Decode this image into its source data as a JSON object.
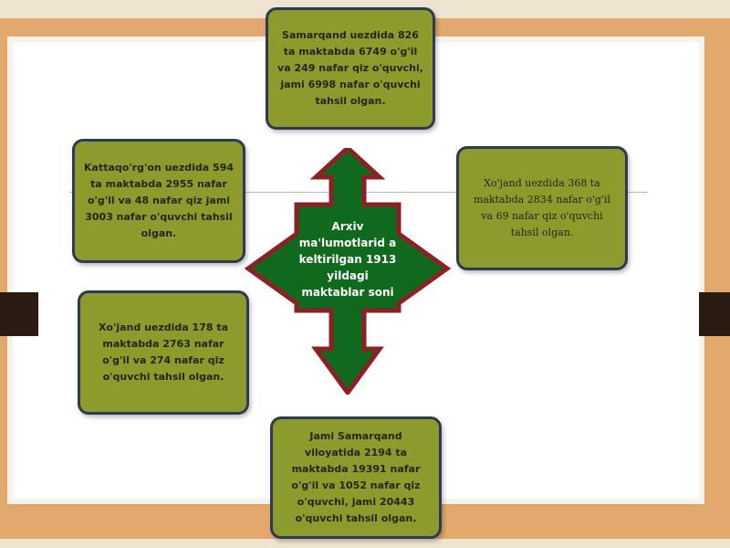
{
  "center": {
    "text": "Arxiv ma'lumotlarid a keltirilgan 1913 yildagi maktablar soni"
  },
  "boxes": {
    "top": "Samarqand uezdida 826 ta maktabda 6749 o'g'il va 249 nafar qiz o'quvchi, jami 6998 nafar o'quvchi tahsil olgan.",
    "top_left": "Kattaqo'rg'on uezdida 594 ta maktabda 2955 nafar o'g'il va 48 nafar qiz jami 3003 nafar o'quvchi tahsil olgan.",
    "right": "Xo'jand uezdida 368 ta maktabda 2834 nafar o'g'il va 69 nafar qiz o'quvchi tahsil olgan.",
    "middle_left": "Xo'jand uezdida 178 ta maktabda 2763 nafar o'g'il va 274 nafar qiz o'quvchi tahsil olgan.",
    "bottom": "Jami Samarqand viloyatida 2194 ta maktabda 19391 nafar o'g'il va 1052 nafar qiz o'quvchi, jami 20443 o'quvchi tahsil olgan."
  },
  "colors": {
    "box_fill": "#8c9b2c",
    "box_border": "#2d3a55",
    "arrow_fill": "#0f6a1e",
    "arrow_border": "#8e1f25",
    "frame": "#e3a86c"
  }
}
